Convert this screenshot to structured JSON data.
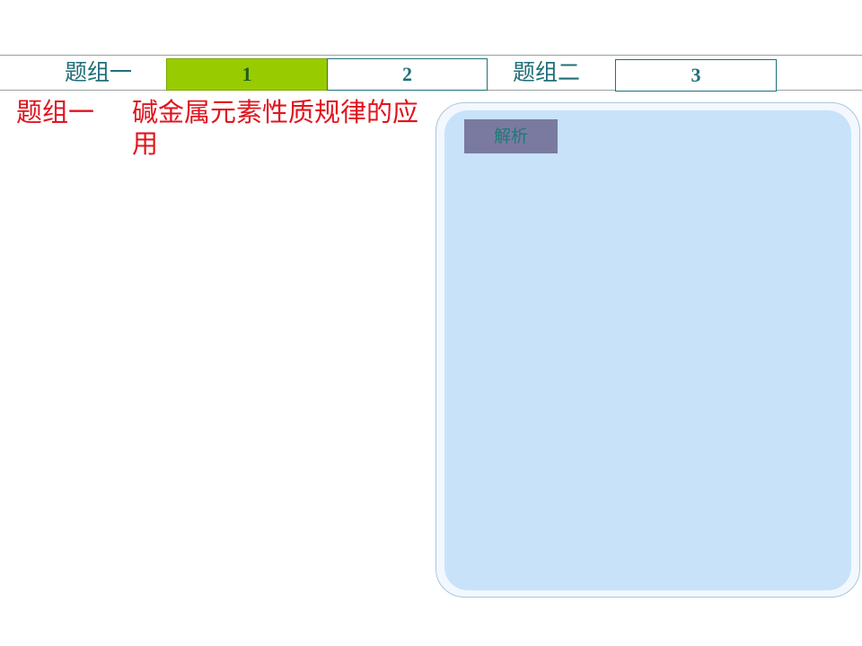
{
  "nav": {
    "group1_label": "题组一",
    "group2_label": "题组二",
    "tabs": [
      {
        "label": "1",
        "active": true
      },
      {
        "label": "2",
        "active": false
      },
      {
        "label": "3",
        "active": false
      }
    ]
  },
  "section": {
    "prefix": "题组一",
    "topic": "碱金属元素性质规律的应用"
  },
  "panel": {
    "analysis_button_label": "解析"
  },
  "colors": {
    "accent_teal": "#1f6f78",
    "active_tab": "#99cc00",
    "title_red": "#e0141e",
    "panel_blue": "#c8e2fa",
    "button_purple": "#7a7aa0"
  }
}
